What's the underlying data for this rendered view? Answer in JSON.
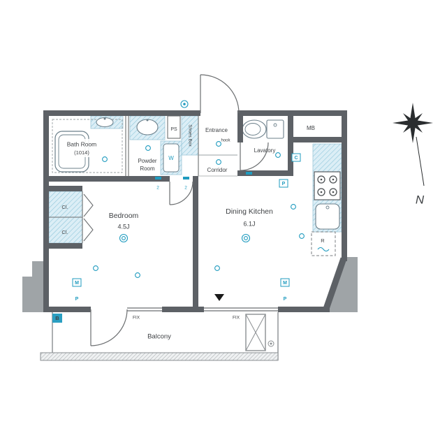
{
  "rooms": {
    "bath": {
      "name": "Bath Room",
      "size": "(1014)"
    },
    "powder": {
      "line1": "Powder",
      "line2": "Room"
    },
    "ps": "PS",
    "shoes_box": "Shoes Box",
    "entrance": "Entrance",
    "hook": "hook",
    "corridor": "Corridor",
    "lavatory": "Lavatory",
    "mb": "MB",
    "bedroom": {
      "name": "Bedroom",
      "size": "4.5J"
    },
    "dining_kitchen": {
      "name": "Dining Kitchen",
      "size": "6.1J"
    },
    "closet_upper": "Cl.",
    "closet_lower": "Cl.",
    "balcony": "Balcony"
  },
  "fixtures": {
    "washing_machine": "W",
    "refrigerator": "R"
  },
  "windows": {
    "fix_left": "FIX",
    "fix_right": "FIX"
  },
  "markers": {
    "b": "B",
    "m_left": "M",
    "p_left": "P",
    "m_right": "M",
    "p_right": "P",
    "p_kitchen": "P",
    "c_kitchen": "C",
    "outlet_double": "2"
  },
  "compass": {
    "north": "N"
  },
  "colors": {
    "wall": "#5d6166",
    "thin_line": "#6b6e70",
    "symbol": "#1f9bbf",
    "hatch_fill": "#dceef6",
    "hatch_line": "#8ec6db",
    "exterior_block": "#9fa4a7"
  }
}
